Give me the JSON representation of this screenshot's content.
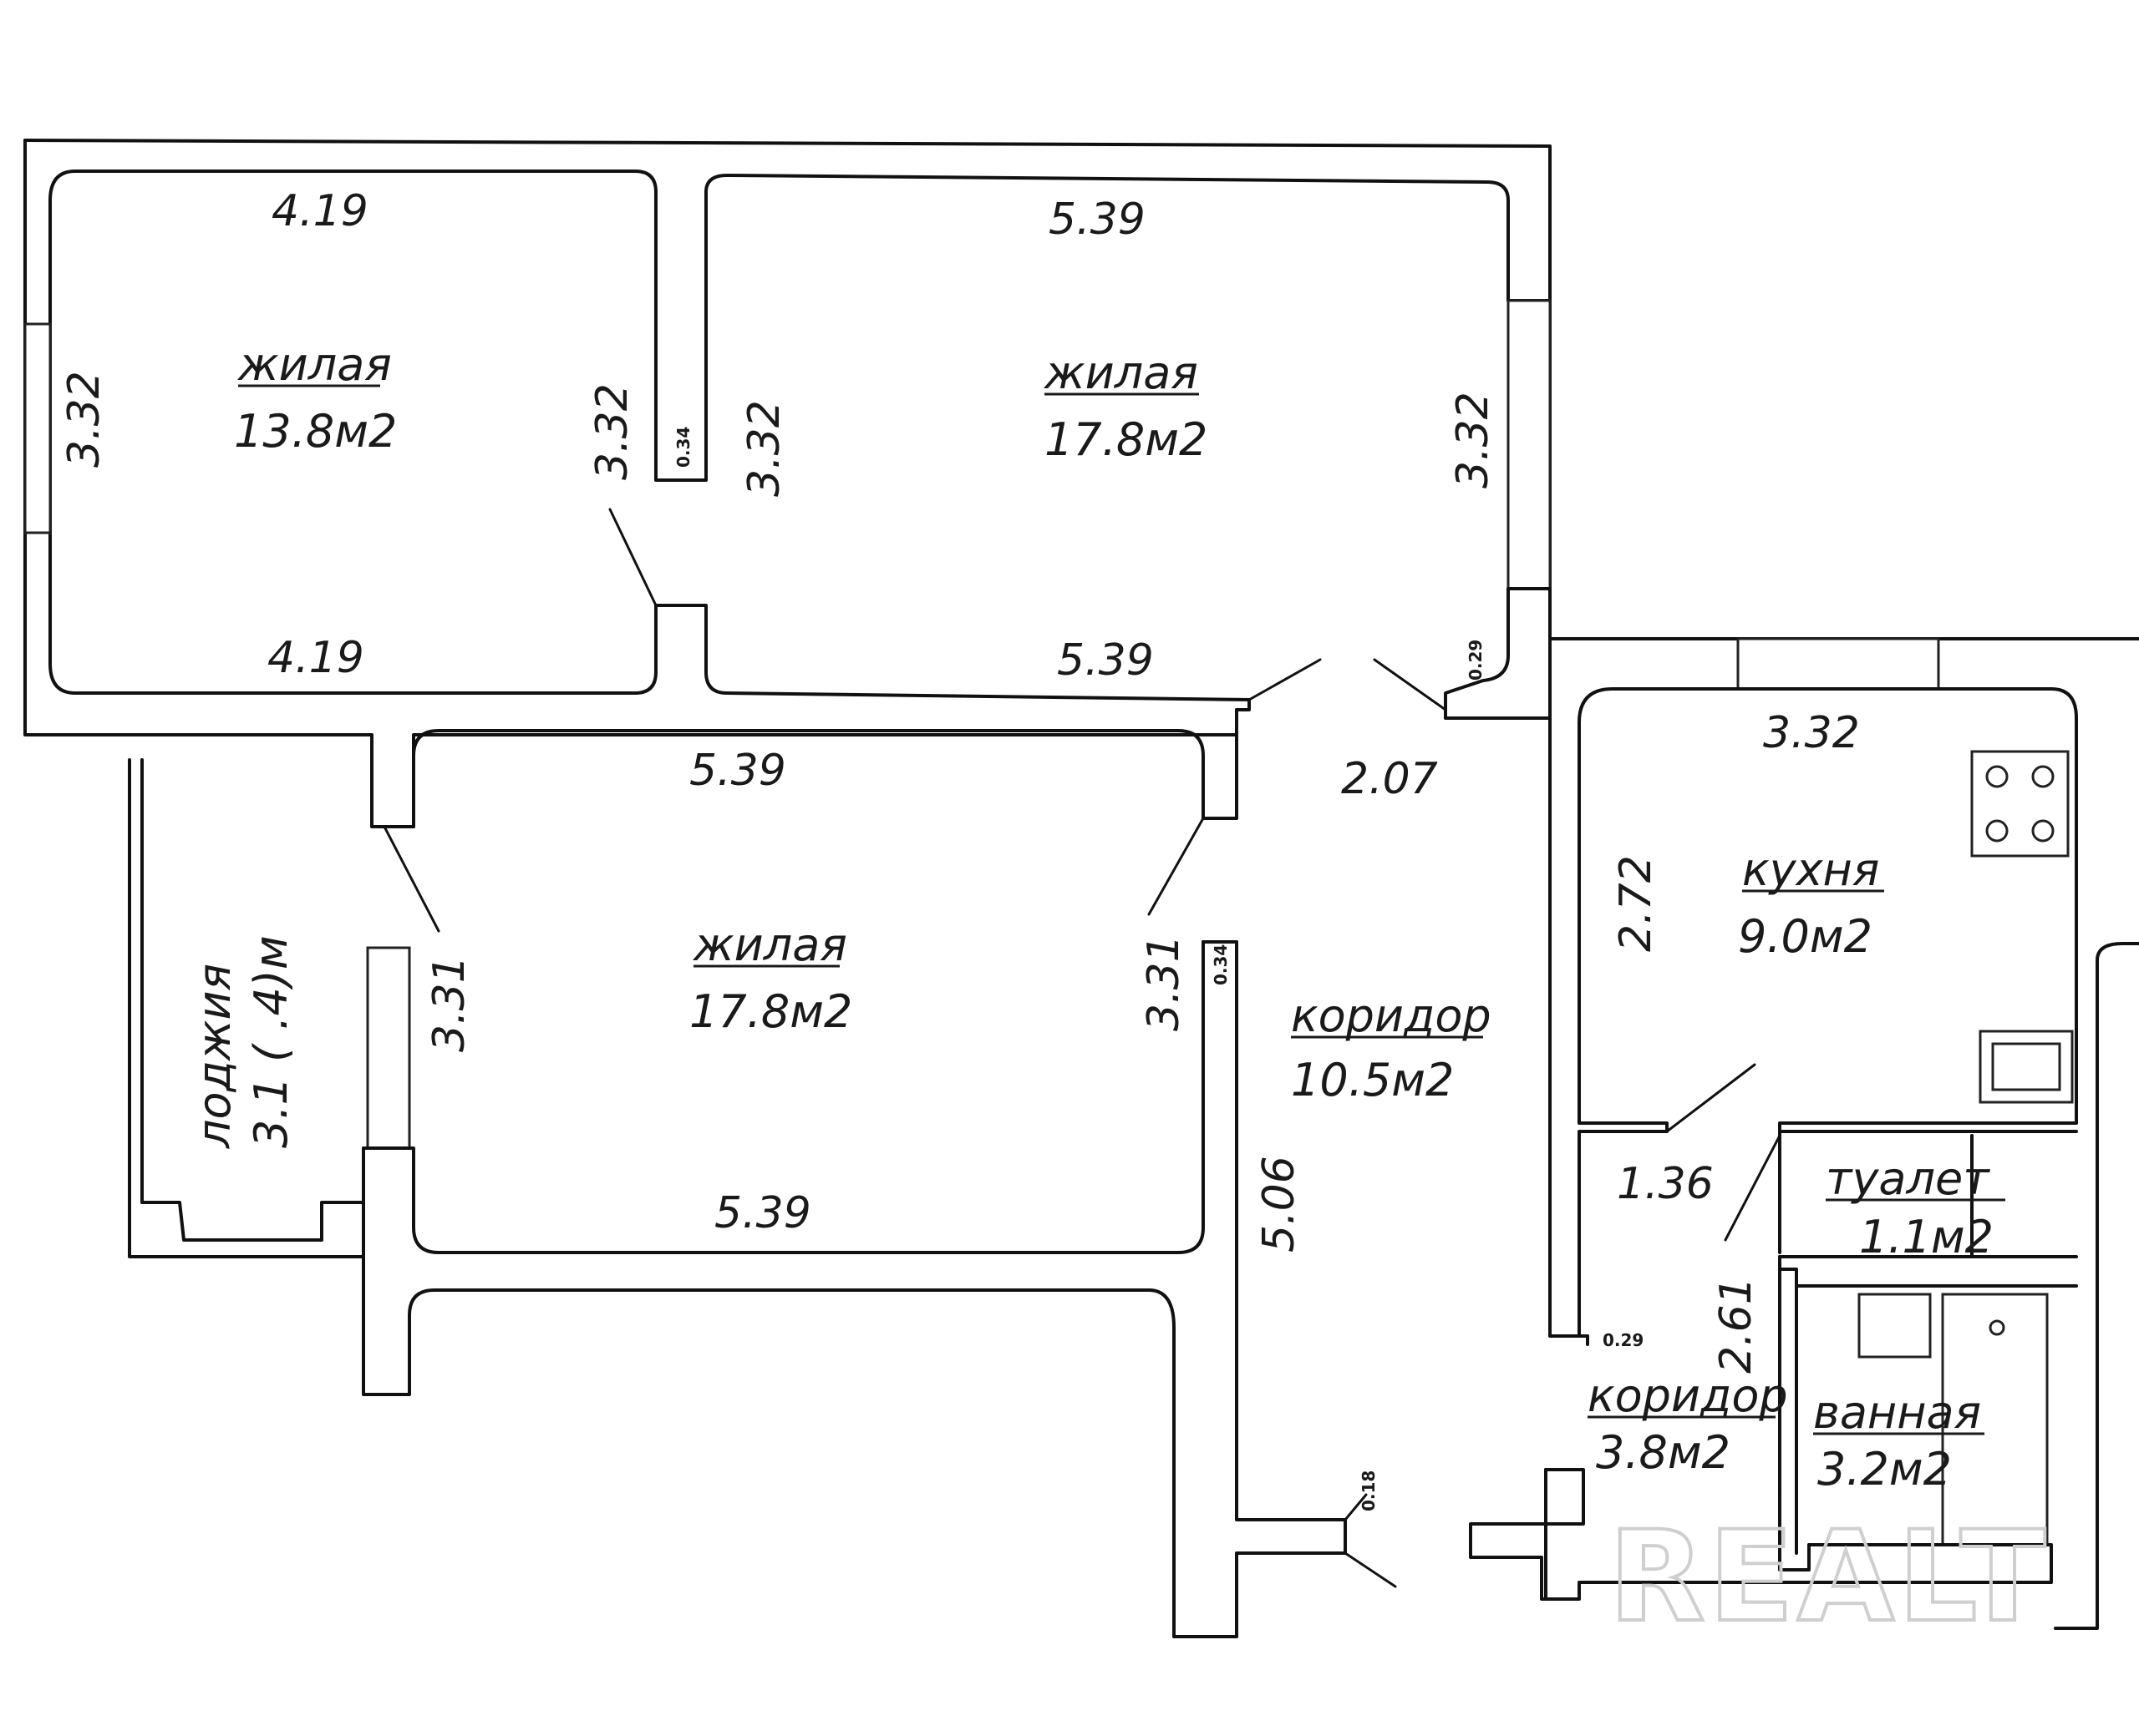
{
  "rooms": [
    {
      "id": "bedroom1",
      "name": "жилая",
      "area": "13.8м2"
    },
    {
      "id": "bedroom2",
      "name": "жилая",
      "area": "17.8м2"
    },
    {
      "id": "living",
      "name": "жилая",
      "area": "17.8м2"
    },
    {
      "id": "kitchen",
      "name": "кухня",
      "area": "9.0м2"
    },
    {
      "id": "corridor_main",
      "name": "коридор",
      "area": "10.5м2"
    },
    {
      "id": "toilet",
      "name": "туалет",
      "area": "1.1м2"
    },
    {
      "id": "bathroom",
      "name": "ванная",
      "area": "3.2м2"
    },
    {
      "id": "corridor_small",
      "name": "коридор",
      "area": "3.8м2"
    },
    {
      "id": "loggia",
      "name": "лоджия",
      "area": "3.1 ( .4)м"
    }
  ],
  "dimensions": {
    "b1_top": "4.19",
    "b1_bottom": "4.19",
    "b1_left": "3.32",
    "b1_right": "3.32",
    "b2_top": "5.39",
    "b2_bottom": "5.39",
    "b2_left": "3.32",
    "b2_right": "3.32",
    "partition_b1_b2": "0.34",
    "lr_top": "5.39",
    "lr_bottom": "5.39",
    "lr_left": "3.31",
    "lr_right": "3.31",
    "partition_lr_corr": "0.34",
    "corridor_width": "2.07",
    "corridor_length": "5.06",
    "k_top": "3.32",
    "k_left": "2.72",
    "wall_k": "0.29",
    "wall_k2": "0.29",
    "small_corr_w": "1.36",
    "small_corr_h": "2.61",
    "wall_018": "0.18"
  },
  "watermark": "REALT",
  "colors": {
    "line": "#111111",
    "background": "#ffffff",
    "watermark": "#cfcfcf"
  }
}
